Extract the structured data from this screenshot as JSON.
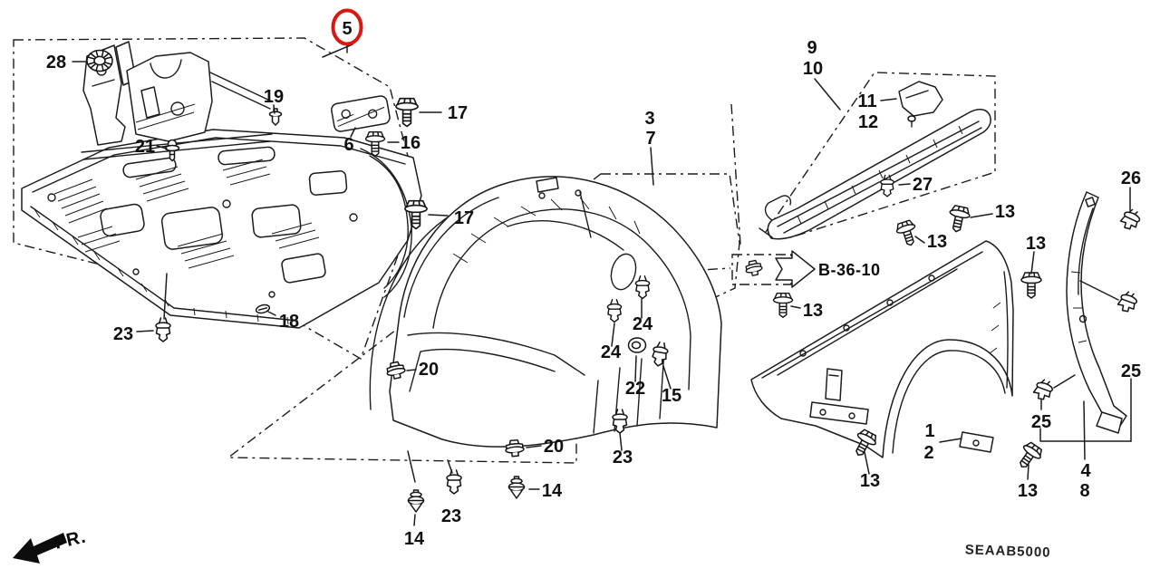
{
  "diagram": {
    "type": "exploded-parts-diagram",
    "code": "SEAAB5000",
    "front_marker": "FR.",
    "reference_callout": "B-36-10",
    "highlighted_part": "5",
    "highlight_color": "#d91812",
    "line_color": "#1c1c1c",
    "parts": {
      "1": "1",
      "2": "2",
      "3": "3",
      "4": "4",
      "5": "5",
      "6": "6",
      "7": "7",
      "8": "8",
      "9": "9",
      "10": "10",
      "11": "11",
      "12": "12",
      "13": "13",
      "14": "14",
      "15": "15",
      "16": "16",
      "17": "17",
      "18": "18",
      "19": "19",
      "20": "20",
      "21": "21",
      "22": "22",
      "23": "23",
      "24": "24",
      "25": "25",
      "26": "26",
      "27": "27",
      "28": "28"
    }
  }
}
